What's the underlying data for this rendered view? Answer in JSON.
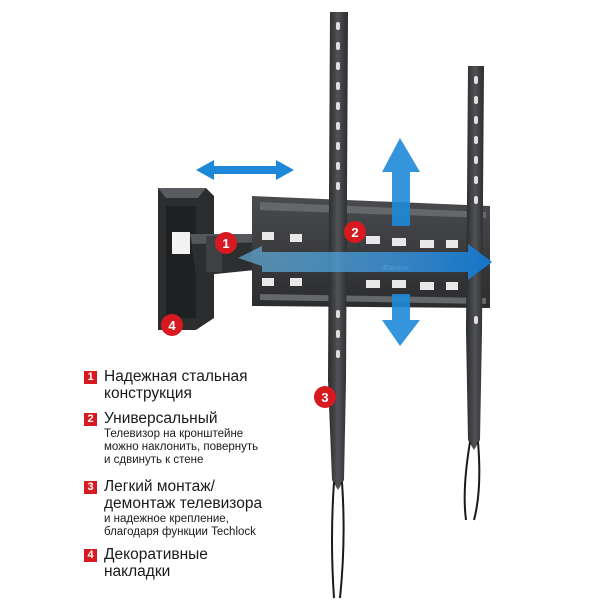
{
  "brand_label": "iGamma",
  "badges": [
    "1",
    "2",
    "3",
    "4"
  ],
  "features": [
    {
      "num": "1",
      "title": "Надежная стальная\nконструкция",
      "desc": ""
    },
    {
      "num": "2",
      "title": "Универсальный",
      "desc": "Телевизор на кронштейне\nможно наклонить, повернуть\nи сдвинуть к стене"
    },
    {
      "num": "3",
      "title": "Легкий монтаж/\nдемонтаж  телевизора",
      "desc": "и надежное крепление,\nблагодаря функции Techlock"
    },
    {
      "num": "4",
      "title": "Декоративные\nнакладки",
      "desc": ""
    }
  ],
  "colors": {
    "accent": "#d71a20",
    "arrow": "#1e88d8",
    "metal": "#3a3b3d",
    "metal_dark": "#1f2022"
  }
}
